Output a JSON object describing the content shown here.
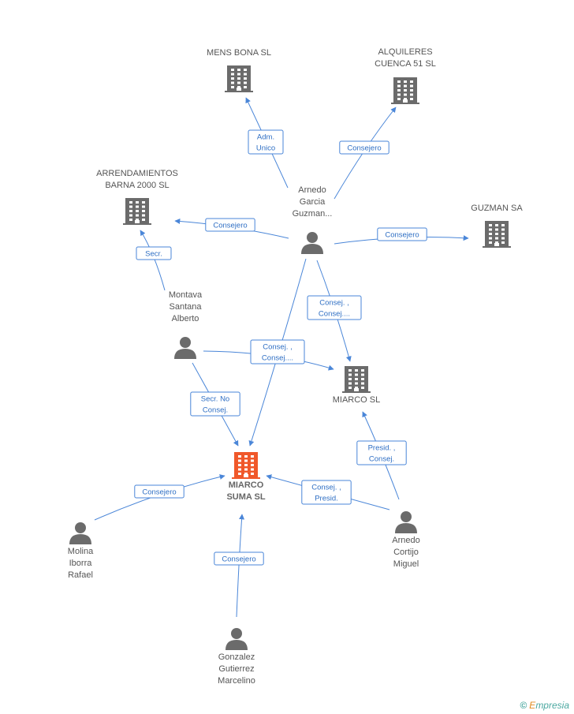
{
  "nodes": [
    {
      "id": "mens_bona",
      "type": "company",
      "label": [
        "MENS BONA SL"
      ]
    },
    {
      "id": "alquileres",
      "type": "company",
      "label": [
        "ALQUILERES",
        "CUENCA 51 SL"
      ]
    },
    {
      "id": "arrendamientos",
      "type": "company",
      "label": [
        "ARRENDAMIENTOS",
        "BARNA 2000 SL"
      ]
    },
    {
      "id": "guzman",
      "type": "company",
      "label": [
        "GUZMAN SA"
      ]
    },
    {
      "id": "miarco_sl",
      "type": "company",
      "label": [
        "MIARCO SL"
      ]
    },
    {
      "id": "miarco_suma",
      "type": "company-main",
      "label": [
        "MIARCO",
        "SUMA SL"
      ]
    },
    {
      "id": "arnedo_garcia",
      "type": "person",
      "label": [
        "Arnedo",
        "Garcia",
        "Guzman..."
      ]
    },
    {
      "id": "montava",
      "type": "person",
      "label": [
        "Montava",
        "Santana",
        "Alberto"
      ]
    },
    {
      "id": "molina",
      "type": "person",
      "label": [
        "Molina",
        "Iborra",
        "Rafael"
      ]
    },
    {
      "id": "gonzalez",
      "type": "person",
      "label": [
        "Gonzalez",
        "Gutierrez",
        "Marcelino"
      ]
    },
    {
      "id": "arnedo_cortijo",
      "type": "person",
      "label": [
        "Arnedo",
        "Cortijo",
        "Miguel"
      ]
    }
  ],
  "edges": [
    {
      "from": "arnedo_garcia",
      "to": "mens_bona",
      "label": [
        "Adm.",
        "Unico"
      ]
    },
    {
      "from": "arnedo_garcia",
      "to": "alquileres",
      "label": [
        "Consejero"
      ]
    },
    {
      "from": "arnedo_garcia",
      "to": "arrendamientos",
      "label": [
        "Consejero"
      ]
    },
    {
      "from": "arnedo_garcia",
      "to": "guzman",
      "label": [
        "Consejero"
      ]
    },
    {
      "from": "arnedo_garcia",
      "to": "miarco_sl",
      "label": [
        "Consej. ,",
        "Consej...."
      ]
    },
    {
      "from": "arnedo_garcia",
      "to": "miarco_suma",
      "label": []
    },
    {
      "from": "montava",
      "to": "arrendamientos",
      "label": [
        "Secr."
      ]
    },
    {
      "from": "montava",
      "to": "miarco_sl",
      "label": [
        "Consej. ,",
        "Consej...."
      ]
    },
    {
      "from": "montava",
      "to": "miarco_suma",
      "label": [
        "Secr.  No",
        "Consej."
      ]
    },
    {
      "from": "molina",
      "to": "miarco_suma",
      "label": [
        "Consejero"
      ]
    },
    {
      "from": "gonzalez",
      "to": "miarco_suma",
      "label": [
        "Consejero"
      ]
    },
    {
      "from": "arnedo_cortijo",
      "to": "miarco_suma",
      "label": [
        "Consej. ,",
        "Presid."
      ]
    },
    {
      "from": "arnedo_cortijo",
      "to": "miarco_sl",
      "label": [
        "Presid. ,",
        "Consej."
      ]
    }
  ],
  "colors": {
    "edge": "#4a86d8",
    "company": "#6b6b6b",
    "company_main": "#f0582a",
    "person": "#6b6b6b"
  },
  "icons": {
    "company": "building-icon",
    "person": "person-icon"
  },
  "footer": {
    "copyright": "©",
    "brand_first": "E",
    "brand_rest": "mpresia"
  }
}
